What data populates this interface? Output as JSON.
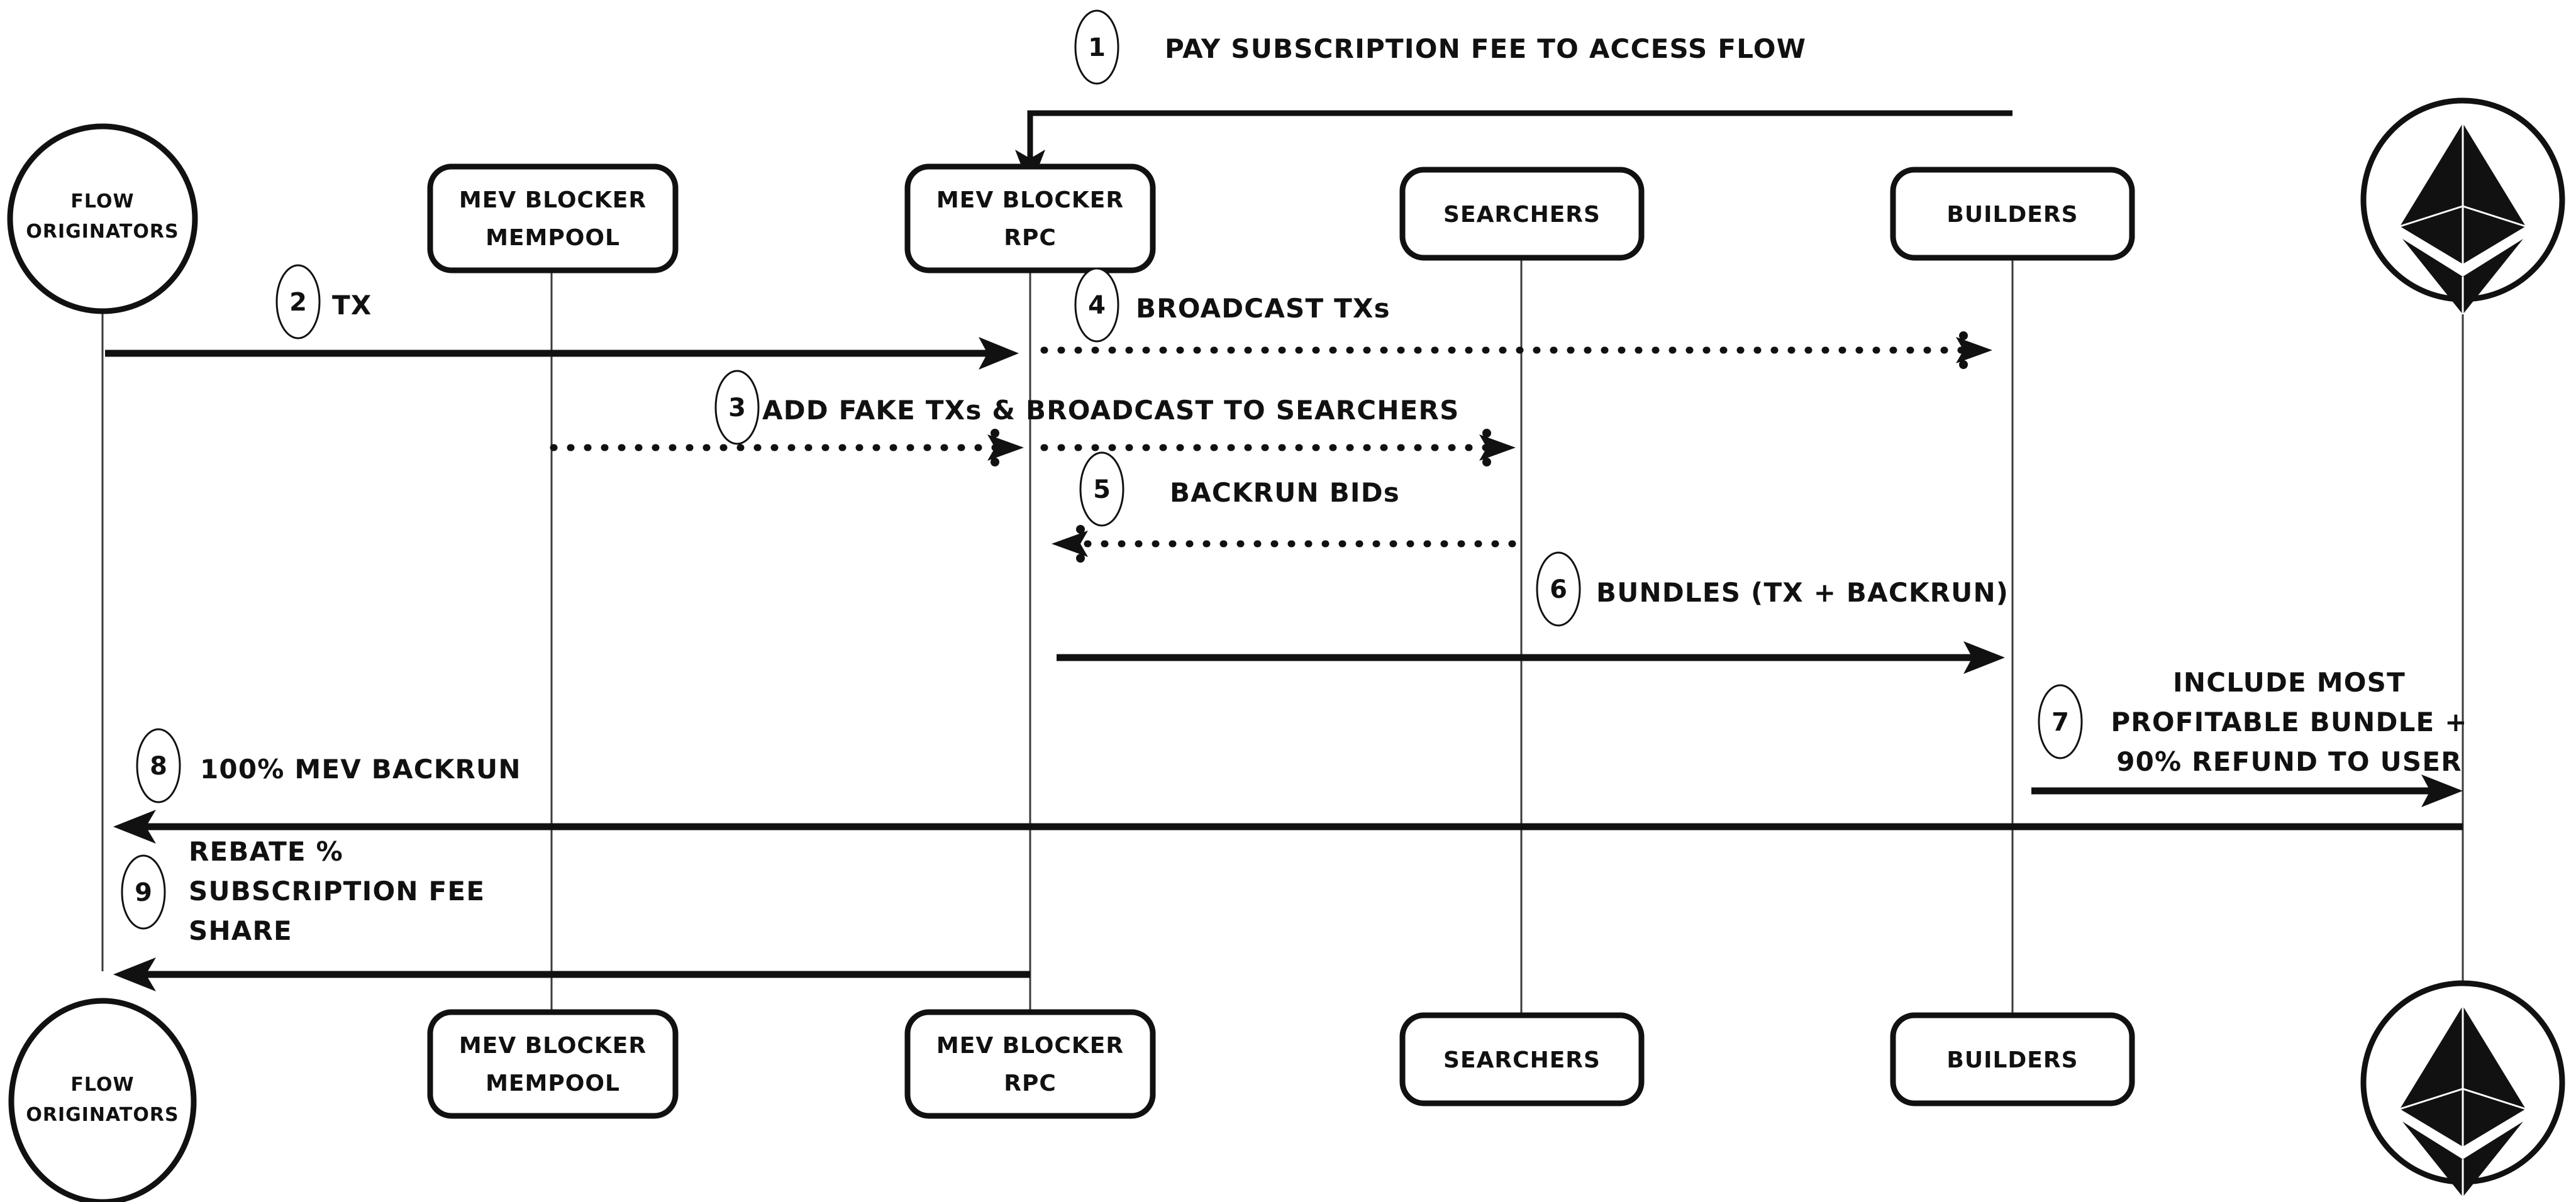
{
  "diagram": {
    "title": "MEV Blocker transaction flow sequence diagram",
    "style": "hand-drawn sketch",
    "background_color": "#ffffff",
    "ink_color": "#111111"
  },
  "participants": [
    {
      "id": "flow-originators",
      "label_line1": "FLOW",
      "label_line2": "ORIGINATORS",
      "shape": "circle"
    },
    {
      "id": "mev-blocker-mempool",
      "label_line1": "MEV BLOCKER",
      "label_line2": "MEMPOOL",
      "shape": "rounded-rect"
    },
    {
      "id": "mev-blocker-rpc",
      "label_line1": "MEV BLOCKER",
      "label_line2": "RPC",
      "shape": "rounded-rect"
    },
    {
      "id": "searchers",
      "label_line1": "SEARCHERS",
      "label_line2": "",
      "shape": "rounded-rect"
    },
    {
      "id": "builders",
      "label_line1": "BUILDERS",
      "label_line2": "",
      "shape": "rounded-rect"
    },
    {
      "id": "ethereum",
      "label_line1": "",
      "label_line2": "",
      "shape": "circle-eth-logo"
    }
  ],
  "messages": [
    {
      "num": "1",
      "label": "PAY SUBSCRIPTION FEE TO ACCESS FLOW",
      "from": "builders",
      "to": "mev-blocker-rpc",
      "line": "solid",
      "direction": "left"
    },
    {
      "num": "2",
      "label": "TX",
      "from": "flow-originators",
      "to": "mev-blocker-rpc",
      "line": "solid",
      "direction": "right"
    },
    {
      "num": "3",
      "label": "ADD FAKE TXs & BROADCAST TO SEARCHERS",
      "from": "mev-blocker-mempool",
      "to": "searchers",
      "line": "dotted",
      "direction": "right"
    },
    {
      "num": "4",
      "label": "BROADCAST TXs",
      "from": "mev-blocker-rpc",
      "to": "builders",
      "line": "dotted",
      "direction": "right"
    },
    {
      "num": "5",
      "label": "BACKRUN BIDs",
      "from": "searchers",
      "to": "mev-blocker-rpc",
      "line": "dotted",
      "direction": "left"
    },
    {
      "num": "6",
      "label": "BUNDLES (TX + BACKRUN)",
      "from": "mev-blocker-rpc",
      "to": "builders",
      "line": "solid",
      "direction": "right"
    },
    {
      "num": "7",
      "label_line1": "INCLUDE MOST",
      "label_line2": "PROFITABLE BUNDLE +",
      "label_line3": "90% REFUND TO USER",
      "from": "builders",
      "to": "ethereum",
      "line": "solid",
      "direction": "right"
    },
    {
      "num": "8",
      "label": "100% MEV BACKRUN",
      "from": "ethereum",
      "to": "flow-originators",
      "line": "solid",
      "direction": "left"
    },
    {
      "num": "9",
      "label_line1": "REBATE %",
      "label_line2": "SUBSCRIPTION FEE",
      "label_line3": "SHARE",
      "from": "mev-blocker-rpc",
      "to": "flow-originators",
      "line": "solid",
      "direction": "left"
    }
  ]
}
